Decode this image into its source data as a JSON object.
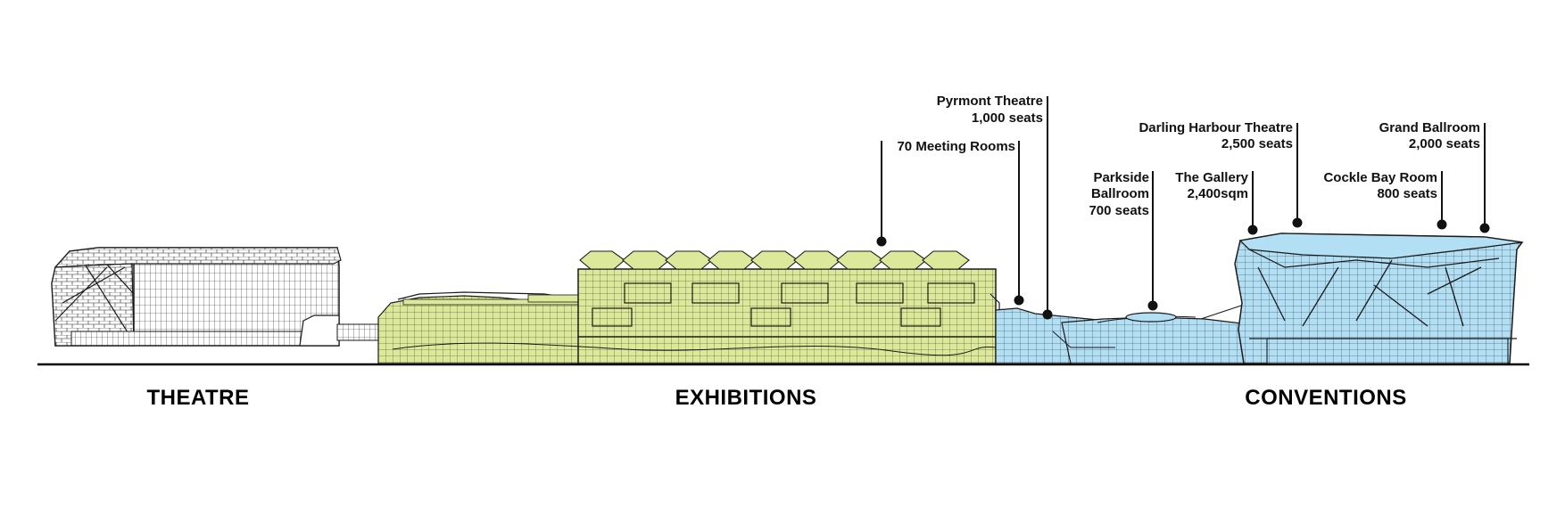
{
  "sections": {
    "theatre": "THEATRE",
    "exhibitions": "EXHIBITIONS",
    "conventions": "CONVENTIONS"
  },
  "callouts": {
    "meeting_rooms": "70 Meeting Rooms",
    "pyrmont_name": "Pyrmont Theatre",
    "pyrmont_seats": "1,000 seats",
    "parkside_l1": "Parkside",
    "parkside_l2": "Ballroom",
    "parkside_seats": "700 seats",
    "gallery_name": "The Gallery",
    "gallery_area": "2,400sqm",
    "darling_name": "Darling Harbour Theatre",
    "darling_seats": "2,500 seats",
    "cockle_name": "Cockle Bay Room",
    "cockle_seats": "800 seats",
    "grand_name": "Grand Ballroom",
    "grand_seats": "2,000 seats"
  },
  "colors": {
    "theatre_fill": "#ffffff",
    "exhibitions_fill": "#dde99a",
    "conventions_fill": "#b3dff5",
    "outline": "#1a1a1a"
  }
}
